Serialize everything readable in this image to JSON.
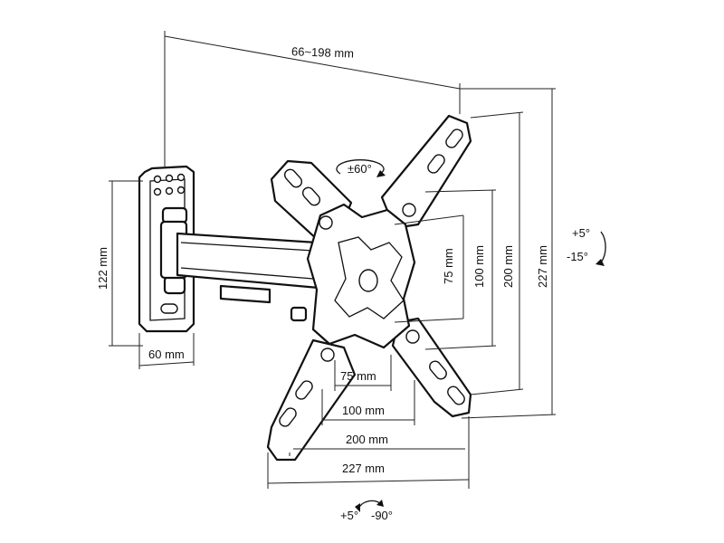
{
  "dimensions": {
    "arm_extension": "66~198 mm",
    "wall_plate_height": "122 mm",
    "wall_plate_width": "60 mm",
    "vesa_h_75": "75 mm",
    "vesa_h_100": "100 mm",
    "vesa_h_200": "200 mm",
    "vesa_h_227": "227 mm",
    "vesa_v_75": "75 mm",
    "vesa_v_100": "100 mm",
    "vesa_v_200": "200 mm",
    "vesa_v_227": "227 mm"
  },
  "rotation": {
    "rotate": "±60°",
    "tilt_up": "+5°",
    "tilt_down": "-15°",
    "swivel_left": "+5°",
    "swivel_right": "-90°"
  },
  "icons": {
    "rotate": "rotate-arc-icon",
    "tilt": "tilt-arc-icon",
    "swivel": "swivel-arc-icon"
  }
}
